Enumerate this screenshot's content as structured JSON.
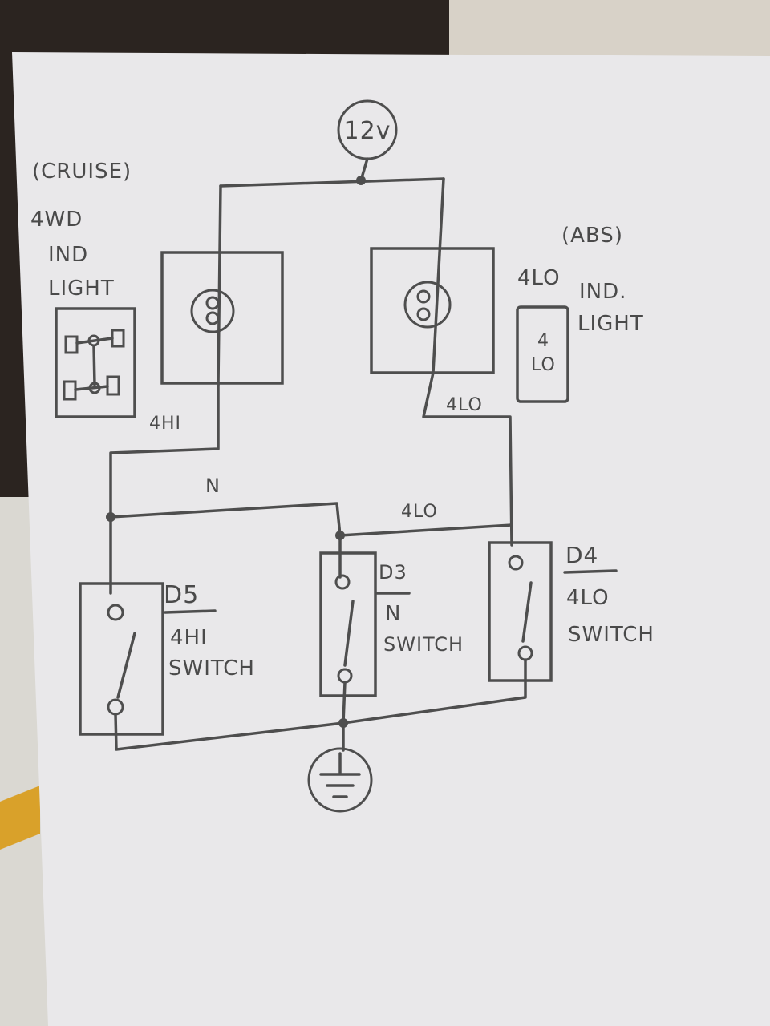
{
  "diagram": {
    "supply_label": "12v",
    "left_light": {
      "note": "(CRUISE)",
      "line1": "4WD",
      "line2": "IND",
      "line3": "LIGHT"
    },
    "right_light": {
      "note": "(ABS)",
      "prefix": "4LO",
      "line1": "IND.",
      "line2": "LIGHT",
      "icon_line1": "4",
      "icon_line2": "LO"
    },
    "wires": {
      "w_4hi": "4HI",
      "w_4lo_top": "4LO",
      "w_n": "N",
      "w_4lo_mid": "4LO"
    },
    "switches": [
      {
        "id": "D5",
        "line1": "4HI",
        "line2": "SWITCH"
      },
      {
        "id": "D3",
        "line1": "N",
        "line2": "SWITCH"
      },
      {
        "id": "D4",
        "line1": "4LO",
        "line2": "SWITCH"
      }
    ],
    "colors": {
      "paper": "#e9e8ea",
      "ink": "#4e4e4e",
      "background": "#2b2420"
    }
  }
}
